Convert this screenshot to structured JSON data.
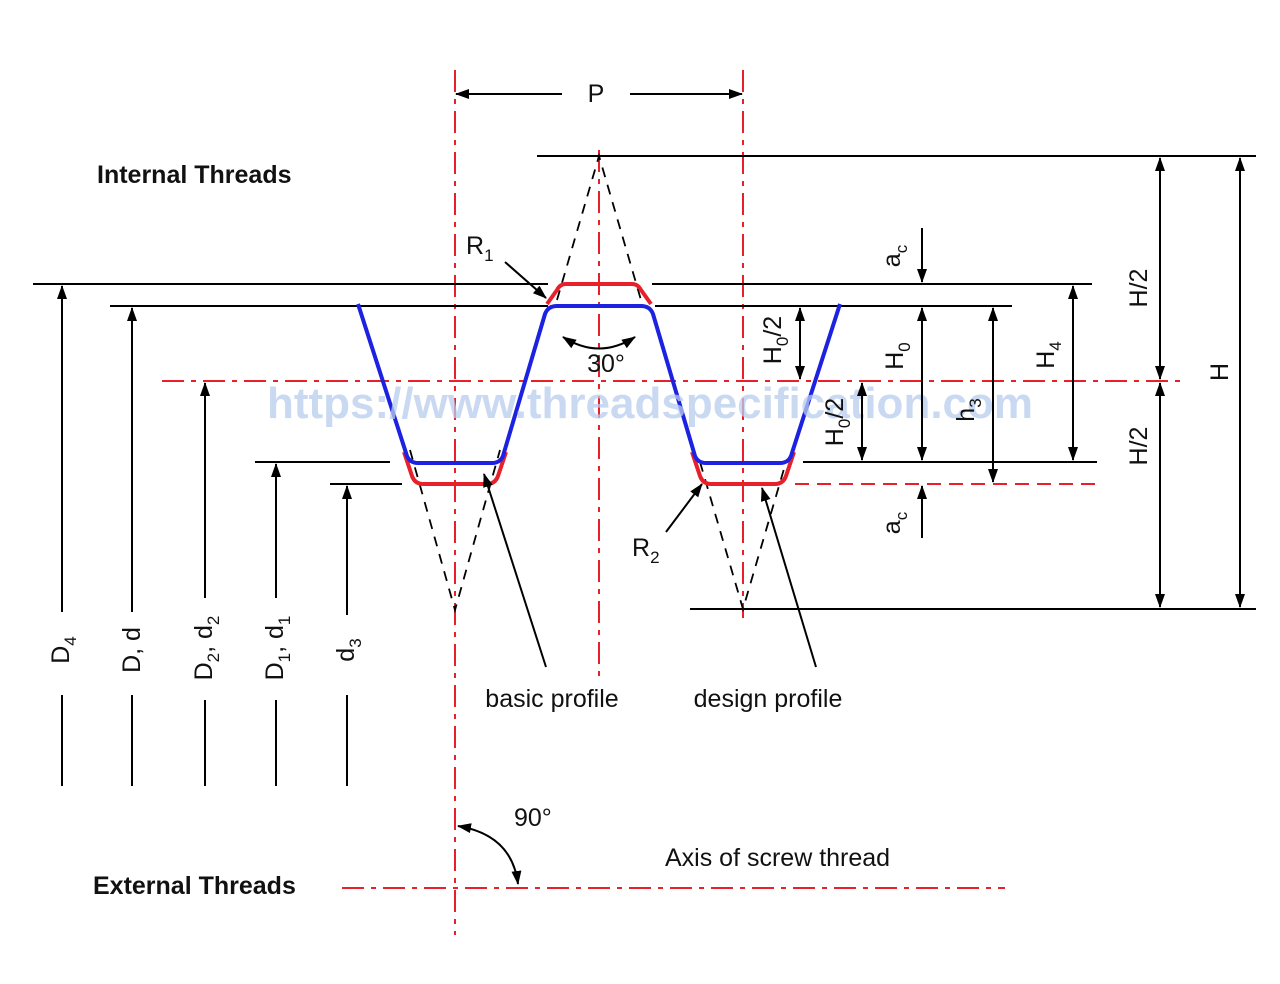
{
  "labels": {
    "pitch": "P",
    "internal_threads": "Internal Threads",
    "external_threads": "External Threads",
    "r1_main": "R",
    "r1_sub": "1",
    "r2_main": "R",
    "r2_sub": "2",
    "angle_30": "30°",
    "angle_90": "90°",
    "basic_profile": "basic profile",
    "design_profile": "design profile",
    "axis": "Axis of screw thread",
    "ac_top_main": "a",
    "ac_top_sub": "c",
    "ac_bottom_main": "a",
    "ac_bottom_sub": "c",
    "h0_half_top_main": "H",
    "h0_half_top_sub": "0",
    "h0_half_top_rest": "/2",
    "h0_half_bottom_main": "H",
    "h0_half_bottom_sub": "0",
    "h0_half_bottom_rest": "/2",
    "h0_main": "H",
    "h0_sub": "0",
    "h3_main": "h",
    "h3_sub": "3",
    "h4_main": "H",
    "h4_sub": "4",
    "h_half_top": "H/2",
    "h_half_bottom": "H/2",
    "h_full": "H",
    "d4_main": "D",
    "d4_sub": "4",
    "dd": "D, d",
    "d2_main": "D",
    "d2_sub1": "2",
    "d2_mid": ", d",
    "d2_sub2": "2",
    "d1_main": "D",
    "d1_sub1": "1",
    "d1_mid": ", d",
    "d1_sub2": "1",
    "d3_main": "d",
    "d3_sub": "3"
  },
  "watermark": "https://www.threadspecification.com",
  "colors": {
    "basic_profile": "#e8202a",
    "design_profile": "#1c22e0",
    "centerlines": "#e8202a",
    "watermark": "#b8cdee"
  }
}
